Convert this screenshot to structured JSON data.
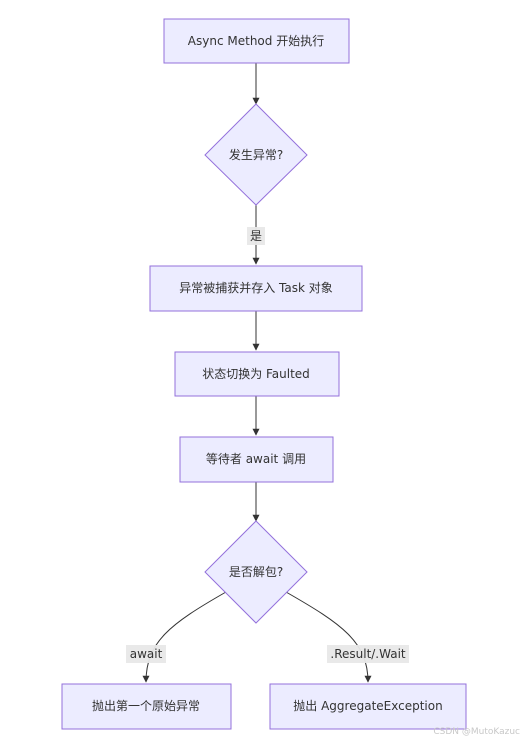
{
  "diagram": {
    "nodes": {
      "start": "Async Method 开始执行",
      "exception_check": "发生异常?",
      "capture": "异常被捕获并存入 Task 对象",
      "faulted": "状态切换为 Faulted",
      "await_call": "等待者 await 调用",
      "unwrap_check": "是否解包?",
      "throw_original": "抛出第一个原始异常",
      "throw_aggregate": "抛出 AggregateException"
    },
    "edges": {
      "yes": "是",
      "await": "await",
      "result_wait": ".Result/.Wait"
    },
    "watermark": "CSDN @MutoKazuc"
  }
}
